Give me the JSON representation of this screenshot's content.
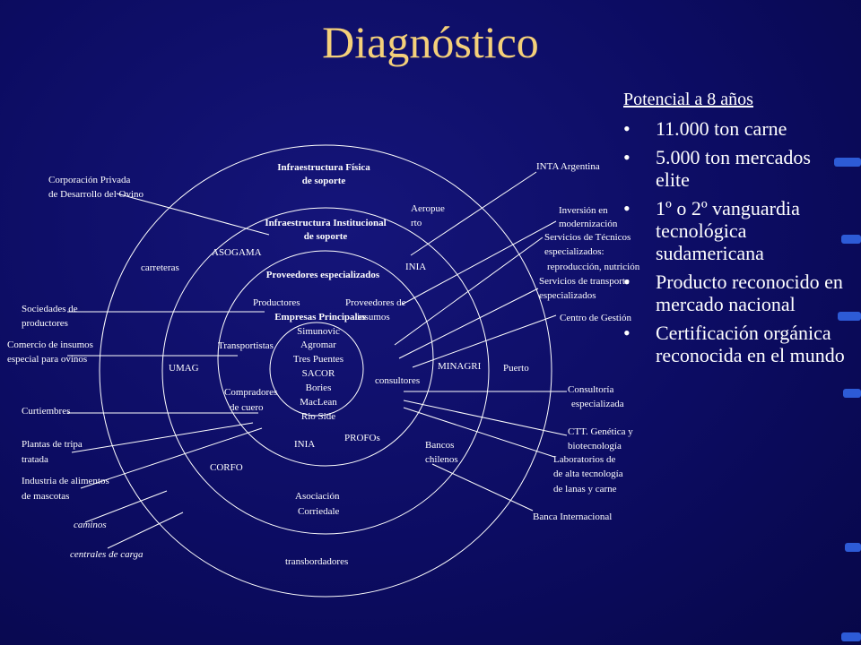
{
  "title": "Diagnóstico",
  "potential": {
    "heading": "Potencial a 8 años",
    "bullets": [
      {
        "bullet": "•",
        "text": "11.000 ton carne"
      },
      {
        "bullet": "•",
        "text": "5.000 ton mercados elite"
      },
      {
        "bullet": "•",
        "text": "1º o 2º vanguardia tecnológica sudamericana"
      },
      {
        "bullet": "•",
        "text": "Producto reconocido en mercado nacional"
      },
      {
        "bullet": "•",
        "text": "Certificación orgánica reconocida en el mundo"
      }
    ]
  },
  "rings": {
    "outer": {
      "line1": "Infraestructura Física",
      "line2": "de soporte"
    },
    "second": {
      "line1": "Infraestructura Institucional",
      "line2": "de soporte"
    },
    "third": "Proveedores especializados",
    "core": "Empresas Principales"
  },
  "core_companies": [
    "Simunovic",
    "Agromar",
    "Tres Puentes",
    "SACOR",
    "Bories",
    "MacLean",
    "Rio Side"
  ],
  "ring_labels": {
    "aeropuerto_1": "Aeropue",
    "aeropuerto_2": "rto",
    "inia_top": "INIA",
    "asogama": "ASOGAMA",
    "carreteras": "carreteras",
    "productores": "Productores",
    "proveedores_1": "Proveedores de",
    "proveedores_2": "insumos",
    "transportistas": "Transportistas",
    "umag": "UMAG",
    "minagri": "MINAGRI",
    "puerto": "Puerto",
    "consultores": "consultores",
    "compradores_1": "Compradores",
    "compradores_2": "de cuero",
    "inia_bottom": "INIA",
    "profos": "PROFOs",
    "bancos_1": "Bancos",
    "bancos_2": "chilenos",
    "corfo": "CORFO",
    "asociacion_1": "Asociación",
    "asociacion_2": "Corriedale",
    "transbordadores": "transbordadores"
  },
  "left_labels": {
    "corporacion_1": "Corporación Privada",
    "corporacion_2": "de Desarrollo del Ovino",
    "sociedades_1": "Sociedades de",
    "sociedades_2": "productores",
    "comercio_1": "Comercio de insumos",
    "comercio_2": "especial para ovinos",
    "curtiembres": "Curtiembres",
    "plantas_1": "Plantas de tripa",
    "plantas_2": "tratada",
    "industria_1": "Industria de alimentos",
    "industria_2": "de mascotas",
    "caminos": "caminos",
    "centrales": "centrales de carga"
  },
  "right_labels": {
    "inta": "INTA Argentina",
    "inversion_1": "Inversión en",
    "inversion_2": "modernización",
    "servicios_tec_1": "Servicios de Técnicos",
    "servicios_tec_2": "especializados:",
    "servicios_tec_3": "reproducción, nutrición",
    "servicios_trans_1": "Servicios de transporte",
    "servicios_trans_2": "especializados",
    "centro": "Centro de Gestión",
    "consultoria_1": "Consultoría",
    "consultoria_2": "especializada",
    "ctt_1": "CTT. Genética y",
    "ctt_2": "biotecnología",
    "laboratorios_1": "Laboratorios de",
    "laboratorios_2": "de alta tecnología",
    "laboratorios_3": "de lanas y carne",
    "banca": "Banca Internacional"
  }
}
